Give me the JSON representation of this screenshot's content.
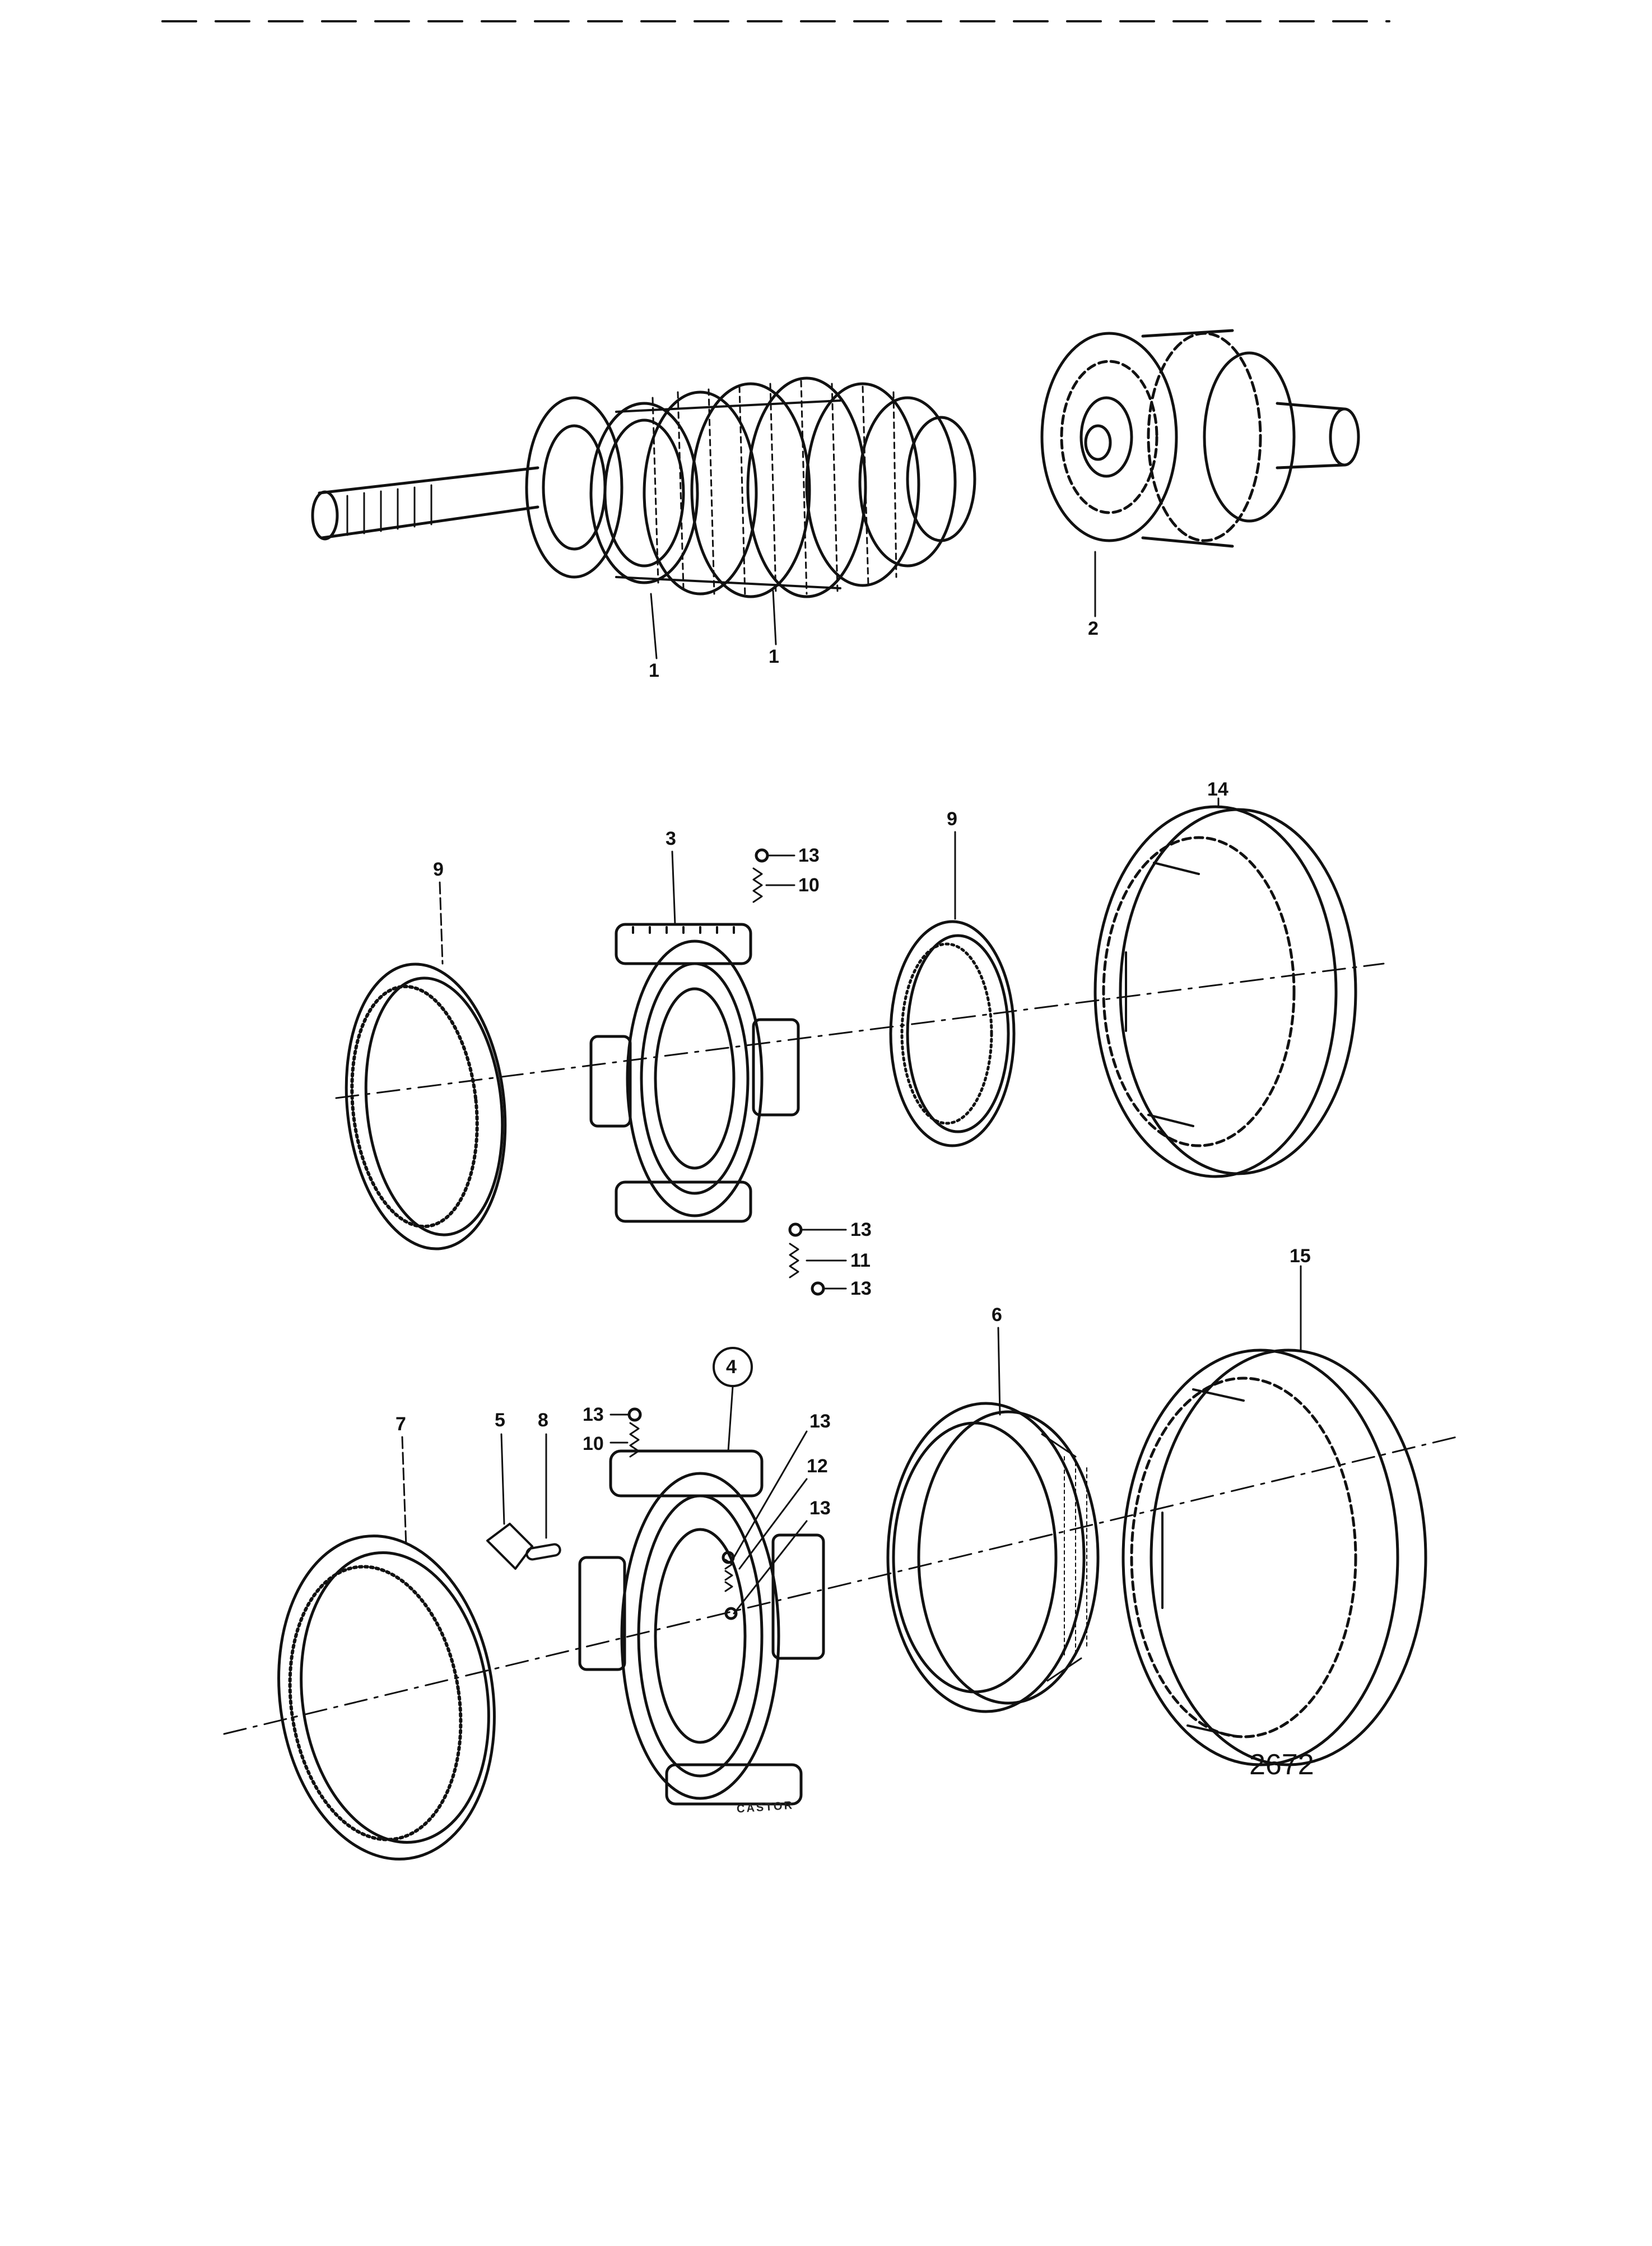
{
  "figure_number": "2672",
  "castor_mark": "CASTOR",
  "callouts": {
    "c1a": "1",
    "c1b": "1",
    "c2": "2",
    "c3": "3",
    "c4": "4",
    "c5": "5",
    "c6": "6",
    "c7": "7",
    "c8": "8",
    "c9a": "9",
    "c9b": "9",
    "c10a": "10",
    "c10b": "10",
    "c11": "11",
    "c12": "12",
    "c13a": "13",
    "c13b": "13",
    "c13c": "13",
    "c13d": "13",
    "c13e": "13",
    "c13f": "13",
    "c14": "14",
    "c15": "15"
  },
  "colors": {
    "ink": "#111111",
    "paper": "#ffffff"
  }
}
